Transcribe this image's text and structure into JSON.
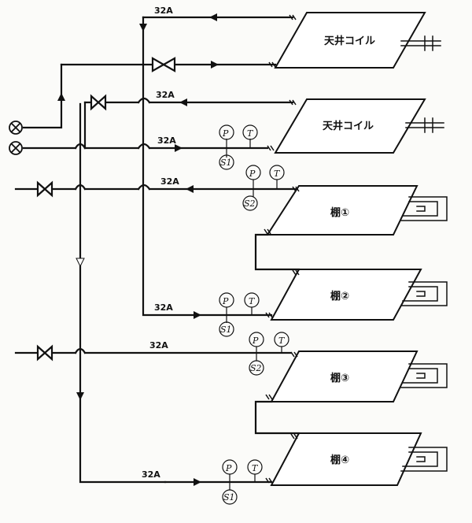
{
  "diagram": {
    "pipe_size": "32A",
    "panels": [
      {
        "id": "coil1",
        "label": "天井コイル",
        "gauges": []
      },
      {
        "id": "coil2",
        "label": "天井コイル",
        "gauges": [
          "P",
          "T",
          "S1"
        ]
      },
      {
        "id": "shelf1",
        "label": "棚①",
        "gauges": [
          "P",
          "T",
          "S2"
        ]
      },
      {
        "id": "shelf2",
        "label": "棚②",
        "gauges": [
          "P",
          "T",
          "S1"
        ]
      },
      {
        "id": "shelf3",
        "label": "棚③",
        "gauges": [
          "P",
          "T",
          "S2"
        ]
      },
      {
        "id": "shelf4",
        "label": "棚④",
        "gauges": [
          "P",
          "T",
          "S1"
        ]
      }
    ],
    "gauge_symbols": {
      "p": "P",
      "t": "T",
      "s1": "S1",
      "s2": "S2"
    }
  }
}
